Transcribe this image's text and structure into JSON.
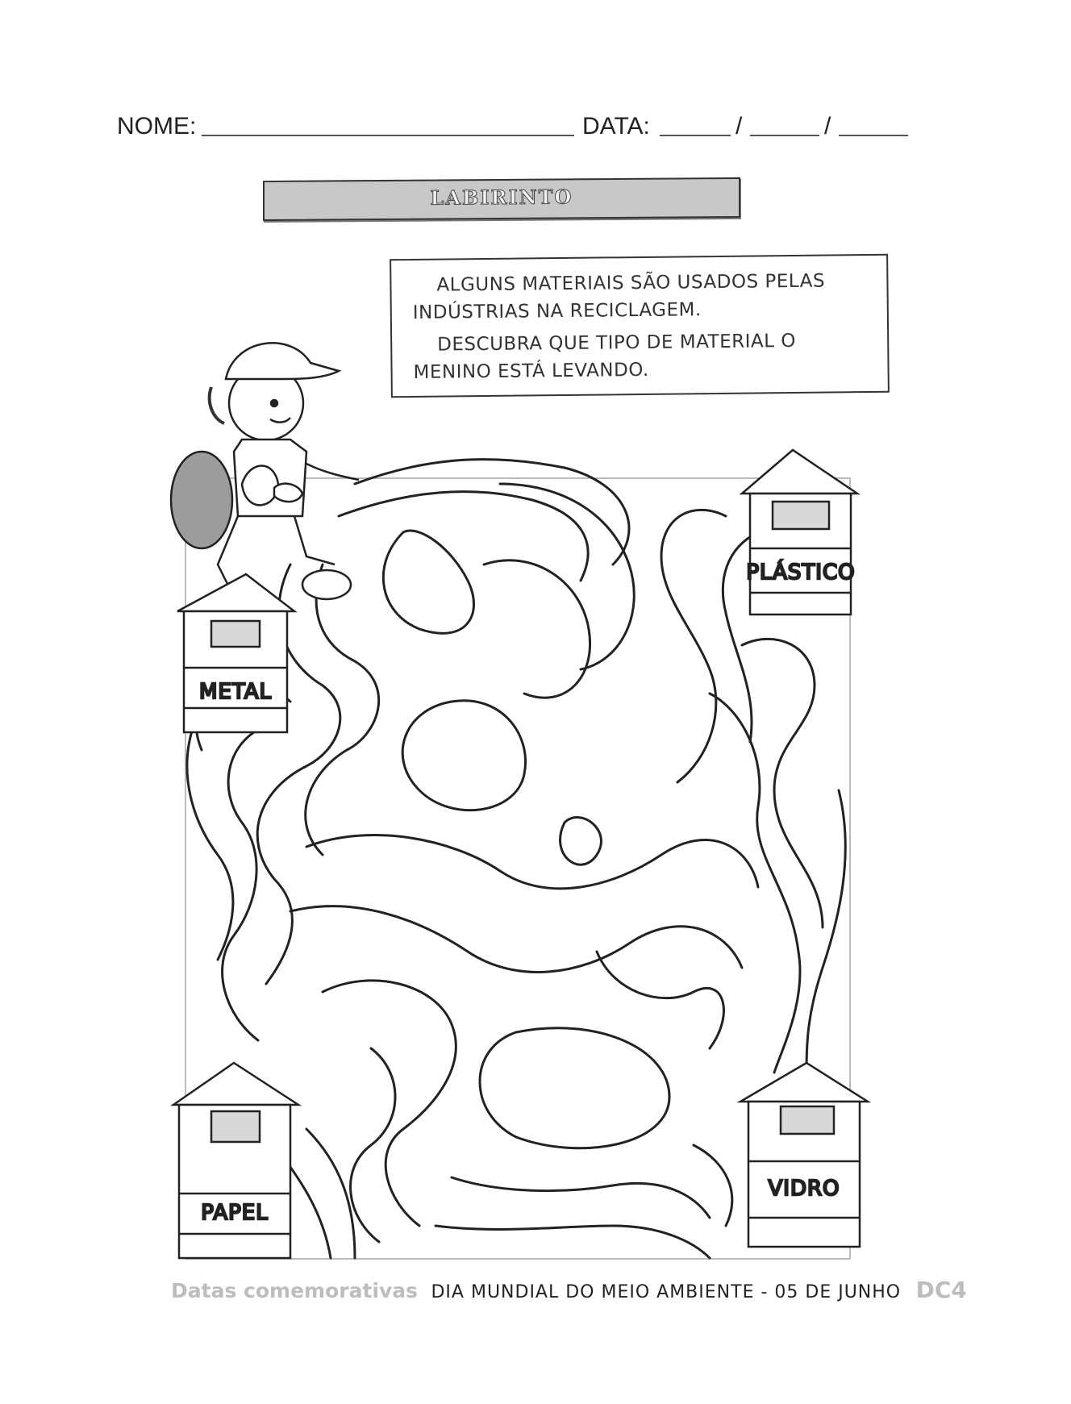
{
  "header": {
    "name_label": "NOME:",
    "date_label": "DATA:",
    "date_sep": "/"
  },
  "title": "LABIRINTO",
  "instructions": {
    "paragraph1": "ALGUNS MATERIAIS SÃO USADOS PELAS INDÚSTRIAS NA RECICLAGEM.",
    "paragraph2": "DESCUBRA QUE TIPO DE MATERIAL O MENINO ESTÁ LEVANDO."
  },
  "bins": {
    "metal": "METAL",
    "plastico": "PLÁSTICO",
    "papel": "PAPEL",
    "vidro": "VIDRO"
  },
  "footer": {
    "category": "Datas comemorativas",
    "event": "DIA MUNDIAL DO MEIO AMBIENTE - 05 DE JUNHO",
    "code": "DC4"
  }
}
